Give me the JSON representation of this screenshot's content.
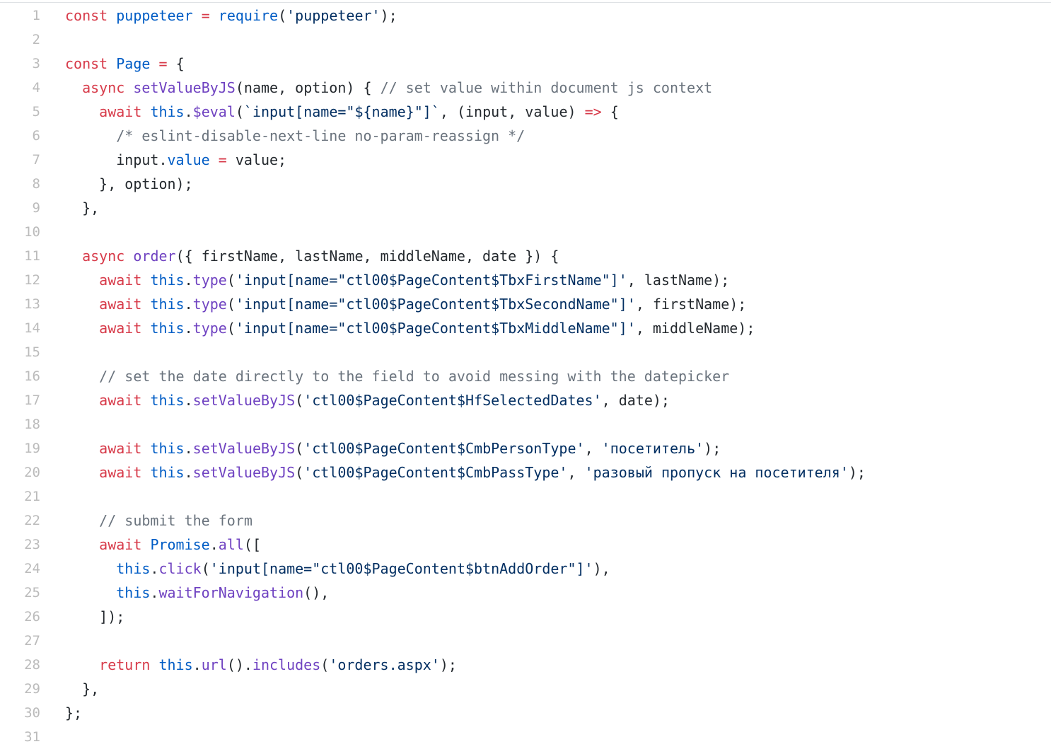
{
  "colors": {
    "keyword": "#d73a49",
    "function": "#6f42c1",
    "constant": "#005cc5",
    "string": "#032f62",
    "comment": "#6a737d",
    "plain": "#24292e",
    "line_number": "#bbbbbb"
  },
  "lines": [
    {
      "n": "1",
      "tokens": [
        [
          "k",
          "const"
        ],
        [
          "p",
          " "
        ],
        [
          "c",
          "puppeteer"
        ],
        [
          "p",
          " "
        ],
        [
          "k",
          "="
        ],
        [
          "p",
          " "
        ],
        [
          "c",
          "require"
        ],
        [
          "p",
          "("
        ],
        [
          "s",
          "'puppeteer'"
        ],
        [
          "p",
          ");"
        ]
      ]
    },
    {
      "n": "2",
      "tokens": []
    },
    {
      "n": "3",
      "tokens": [
        [
          "k",
          "const"
        ],
        [
          "p",
          " "
        ],
        [
          "c",
          "Page"
        ],
        [
          "p",
          " "
        ],
        [
          "k",
          "="
        ],
        [
          "p",
          " {"
        ]
      ]
    },
    {
      "n": "4",
      "tokens": [
        [
          "p",
          "  "
        ],
        [
          "k",
          "async"
        ],
        [
          "p",
          " "
        ],
        [
          "f",
          "setValueByJS"
        ],
        [
          "p",
          "(name, option) { "
        ],
        [
          "m",
          "// set value within document js context"
        ]
      ]
    },
    {
      "n": "5",
      "tokens": [
        [
          "p",
          "    "
        ],
        [
          "k",
          "await"
        ],
        [
          "p",
          " "
        ],
        [
          "c",
          "this"
        ],
        [
          "p",
          "."
        ],
        [
          "f",
          "$eval"
        ],
        [
          "p",
          "("
        ],
        [
          "s",
          "`input[name=\"${name}\"]`"
        ],
        [
          "p",
          ", (input, value) "
        ],
        [
          "k",
          "=>"
        ],
        [
          "p",
          " {"
        ]
      ]
    },
    {
      "n": "6",
      "tokens": [
        [
          "p",
          "      "
        ],
        [
          "m",
          "/* eslint-disable-next-line no-param-reassign */"
        ]
      ]
    },
    {
      "n": "7",
      "tokens": [
        [
          "p",
          "      input."
        ],
        [
          "c",
          "value"
        ],
        [
          "p",
          " "
        ],
        [
          "k",
          "="
        ],
        [
          "p",
          " value;"
        ]
      ]
    },
    {
      "n": "8",
      "tokens": [
        [
          "p",
          "    }, option);"
        ]
      ]
    },
    {
      "n": "9",
      "tokens": [
        [
          "p",
          "  },"
        ]
      ]
    },
    {
      "n": "10",
      "tokens": []
    },
    {
      "n": "11",
      "tokens": [
        [
          "p",
          "  "
        ],
        [
          "k",
          "async"
        ],
        [
          "p",
          " "
        ],
        [
          "f",
          "order"
        ],
        [
          "p",
          "({ firstName, lastName, middleName, date }) {"
        ]
      ]
    },
    {
      "n": "12",
      "tokens": [
        [
          "p",
          "    "
        ],
        [
          "k",
          "await"
        ],
        [
          "p",
          " "
        ],
        [
          "c",
          "this"
        ],
        [
          "p",
          "."
        ],
        [
          "f",
          "type"
        ],
        [
          "p",
          "("
        ],
        [
          "s",
          "'input[name=\"ctl00$PageContent$TbxFirstName\"]'"
        ],
        [
          "p",
          ", lastName);"
        ]
      ]
    },
    {
      "n": "13",
      "tokens": [
        [
          "p",
          "    "
        ],
        [
          "k",
          "await"
        ],
        [
          "p",
          " "
        ],
        [
          "c",
          "this"
        ],
        [
          "p",
          "."
        ],
        [
          "f",
          "type"
        ],
        [
          "p",
          "("
        ],
        [
          "s",
          "'input[name=\"ctl00$PageContent$TbxSecondName\"]'"
        ],
        [
          "p",
          ", firstName);"
        ]
      ]
    },
    {
      "n": "14",
      "tokens": [
        [
          "p",
          "    "
        ],
        [
          "k",
          "await"
        ],
        [
          "p",
          " "
        ],
        [
          "c",
          "this"
        ],
        [
          "p",
          "."
        ],
        [
          "f",
          "type"
        ],
        [
          "p",
          "("
        ],
        [
          "s",
          "'input[name=\"ctl00$PageContent$TbxMiddleName\"]'"
        ],
        [
          "p",
          ", middleName);"
        ]
      ]
    },
    {
      "n": "15",
      "tokens": []
    },
    {
      "n": "16",
      "tokens": [
        [
          "p",
          "    "
        ],
        [
          "m",
          "// set the date directly to the field to avoid messing with the datepicker"
        ]
      ]
    },
    {
      "n": "17",
      "tokens": [
        [
          "p",
          "    "
        ],
        [
          "k",
          "await"
        ],
        [
          "p",
          " "
        ],
        [
          "c",
          "this"
        ],
        [
          "p",
          "."
        ],
        [
          "f",
          "setValueByJS"
        ],
        [
          "p",
          "("
        ],
        [
          "s",
          "'ctl00$PageContent$HfSelectedDates'"
        ],
        [
          "p",
          ", date);"
        ]
      ]
    },
    {
      "n": "18",
      "tokens": []
    },
    {
      "n": "19",
      "tokens": [
        [
          "p",
          "    "
        ],
        [
          "k",
          "await"
        ],
        [
          "p",
          " "
        ],
        [
          "c",
          "this"
        ],
        [
          "p",
          "."
        ],
        [
          "f",
          "setValueByJS"
        ],
        [
          "p",
          "("
        ],
        [
          "s",
          "'ctl00$PageContent$CmbPersonType'"
        ],
        [
          "p",
          ", "
        ],
        [
          "s",
          "'посетитель'"
        ],
        [
          "p",
          ");"
        ]
      ]
    },
    {
      "n": "20",
      "tokens": [
        [
          "p",
          "    "
        ],
        [
          "k",
          "await"
        ],
        [
          "p",
          " "
        ],
        [
          "c",
          "this"
        ],
        [
          "p",
          "."
        ],
        [
          "f",
          "setValueByJS"
        ],
        [
          "p",
          "("
        ],
        [
          "s",
          "'ctl00$PageContent$CmbPassType'"
        ],
        [
          "p",
          ", "
        ],
        [
          "s",
          "'разовый пропуск на посетителя'"
        ],
        [
          "p",
          ");"
        ]
      ]
    },
    {
      "n": "21",
      "tokens": []
    },
    {
      "n": "22",
      "tokens": [
        [
          "p",
          "    "
        ],
        [
          "m",
          "// submit the form"
        ]
      ]
    },
    {
      "n": "23",
      "tokens": [
        [
          "p",
          "    "
        ],
        [
          "k",
          "await"
        ],
        [
          "p",
          " "
        ],
        [
          "c",
          "Promise"
        ],
        [
          "p",
          "."
        ],
        [
          "f",
          "all"
        ],
        [
          "p",
          "(["
        ]
      ]
    },
    {
      "n": "24",
      "tokens": [
        [
          "p",
          "      "
        ],
        [
          "c",
          "this"
        ],
        [
          "p",
          "."
        ],
        [
          "f",
          "click"
        ],
        [
          "p",
          "("
        ],
        [
          "s",
          "'input[name=\"ctl00$PageContent$btnAddOrder\"]'"
        ],
        [
          "p",
          "),"
        ]
      ]
    },
    {
      "n": "25",
      "tokens": [
        [
          "p",
          "      "
        ],
        [
          "c",
          "this"
        ],
        [
          "p",
          "."
        ],
        [
          "f",
          "waitForNavigation"
        ],
        [
          "p",
          "(),"
        ]
      ]
    },
    {
      "n": "26",
      "tokens": [
        [
          "p",
          "    ]);"
        ]
      ]
    },
    {
      "n": "27",
      "tokens": []
    },
    {
      "n": "28",
      "tokens": [
        [
          "p",
          "    "
        ],
        [
          "k",
          "return"
        ],
        [
          "p",
          " "
        ],
        [
          "c",
          "this"
        ],
        [
          "p",
          "."
        ],
        [
          "f",
          "url"
        ],
        [
          "p",
          "()."
        ],
        [
          "f",
          "includes"
        ],
        [
          "p",
          "("
        ],
        [
          "s",
          "'orders.aspx'"
        ],
        [
          "p",
          ");"
        ]
      ]
    },
    {
      "n": "29",
      "tokens": [
        [
          "p",
          "  },"
        ]
      ]
    },
    {
      "n": "30",
      "tokens": [
        [
          "p",
          "};"
        ]
      ]
    },
    {
      "n": "31",
      "tokens": []
    }
  ]
}
